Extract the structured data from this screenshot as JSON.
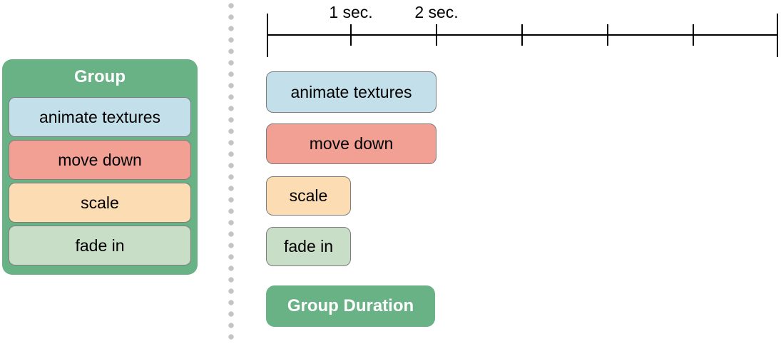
{
  "group_panel": {
    "title": "Group",
    "background": "#68b286",
    "actions": [
      {
        "label": "animate textures",
        "color": "#c3e0ea"
      },
      {
        "label": "move down",
        "color": "#f2a093"
      },
      {
        "label": "scale",
        "color": "#fcdcb2"
      },
      {
        "label": "fade in",
        "color": "#c9dec6"
      }
    ]
  },
  "timeline": {
    "labels": [
      {
        "text": "1 sec."
      },
      {
        "text": "2 sec."
      }
    ],
    "seconds_per_division": 1,
    "divisions": 6
  },
  "duration_track": {
    "bars": [
      {
        "label": "animate textures",
        "duration_sec": 2,
        "color": "#c3e0ea"
      },
      {
        "label": "move down",
        "duration_sec": 2,
        "color": "#f2a093"
      },
      {
        "label": "scale",
        "duration_sec": 1,
        "color": "#fcdcb2"
      },
      {
        "label": "fade in",
        "duration_sec": 1,
        "color": "#c9dec6"
      },
      {
        "label": "Group Duration",
        "duration_sec": 2,
        "color": "#68b286"
      }
    ]
  },
  "colors": {
    "panel_green": "#68b286",
    "border_gray": "#7d7d7d",
    "separator_dot": "#c3c3c3",
    "timeline": "#000000",
    "title_text": "#ffffff",
    "label_text": "#000000"
  }
}
